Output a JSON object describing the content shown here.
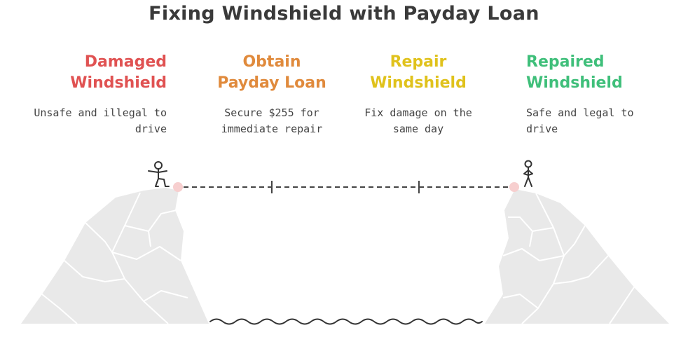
{
  "title": "Fixing Windshield with Payday Loan",
  "steps": [
    {
      "title": "Damaged Windshield",
      "title_lines": [
        "Damaged",
        "Windshield"
      ],
      "description_lines": [
        "Unsafe and illegal to",
        "drive"
      ],
      "color": "#e05252"
    },
    {
      "title": "Obtain Payday Loan",
      "title_lines": [
        "Obtain",
        "Payday Loan"
      ],
      "description_lines": [
        "Secure $255 for",
        "immediate repair"
      ],
      "color": "#e08a3c"
    },
    {
      "title": "Repair Windshield",
      "title_lines": [
        "Repair",
        "Windshield"
      ],
      "description_lines": [
        "Fix damage on the",
        "same day"
      ],
      "color": "#e0c21c"
    },
    {
      "title": "Repaired Windshield",
      "title_lines": [
        "Repaired",
        "Windshield"
      ],
      "description_lines": [
        "Safe and legal to",
        "drive"
      ],
      "color": "#3fbf7a"
    }
  ],
  "colors": {
    "title": "#3a3a3a",
    "description": "#444444",
    "cliff": "#e9e9e9",
    "cliff_lines": "#ffffff",
    "path_dash": "#444444",
    "endpoint_dot": "#f7cfcf",
    "water": "#333333"
  },
  "icons": {
    "left_figure": "person-stepping-icon",
    "right_figure": "person-standing-icon"
  }
}
